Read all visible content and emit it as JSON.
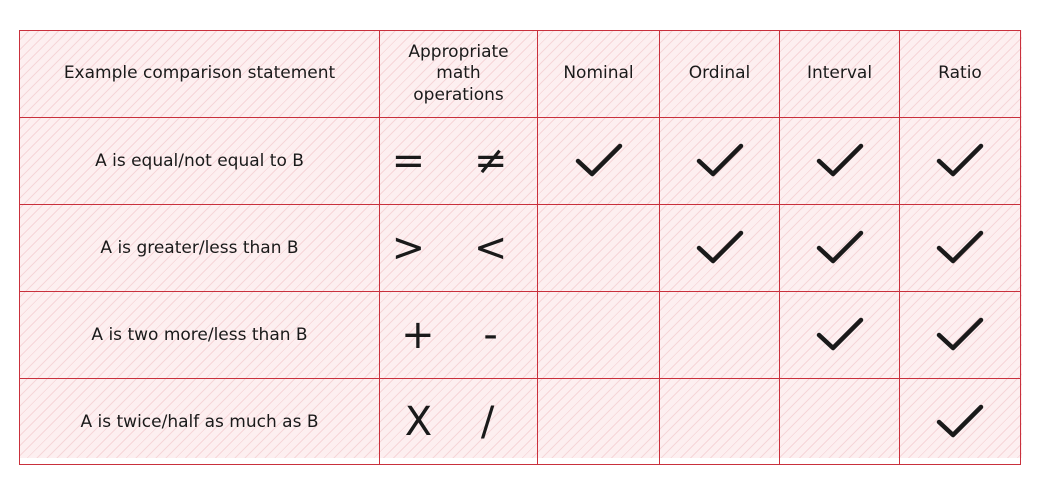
{
  "headers": {
    "statement": "Example comparison statement",
    "operations": "Appropriate math operations",
    "nominal": "Nominal",
    "ordinal": "Ordinal",
    "interval": "Interval",
    "ratio": "Ratio"
  },
  "rows": [
    {
      "statement": "A is equal/not equal to B",
      "operations": "= ≠",
      "nominal": true,
      "ordinal": true,
      "interval": true,
      "ratio": true
    },
    {
      "statement": "A is greater/less than B",
      "operations": "> <",
      "nominal": false,
      "ordinal": true,
      "interval": true,
      "ratio": true
    },
    {
      "statement": "A is two more/less than B",
      "operations": "+ -",
      "nominal": false,
      "ordinal": false,
      "interval": true,
      "ratio": true
    },
    {
      "statement": "A is twice/half as much as B",
      "operations": "X /",
      "nominal": false,
      "ordinal": false,
      "interval": false,
      "ratio": true
    }
  ],
  "colors": {
    "grid_line": "#c9303c",
    "fill": "#fdeff0",
    "ink": "#1a1a1a"
  },
  "icons": {
    "check": "check-icon"
  }
}
